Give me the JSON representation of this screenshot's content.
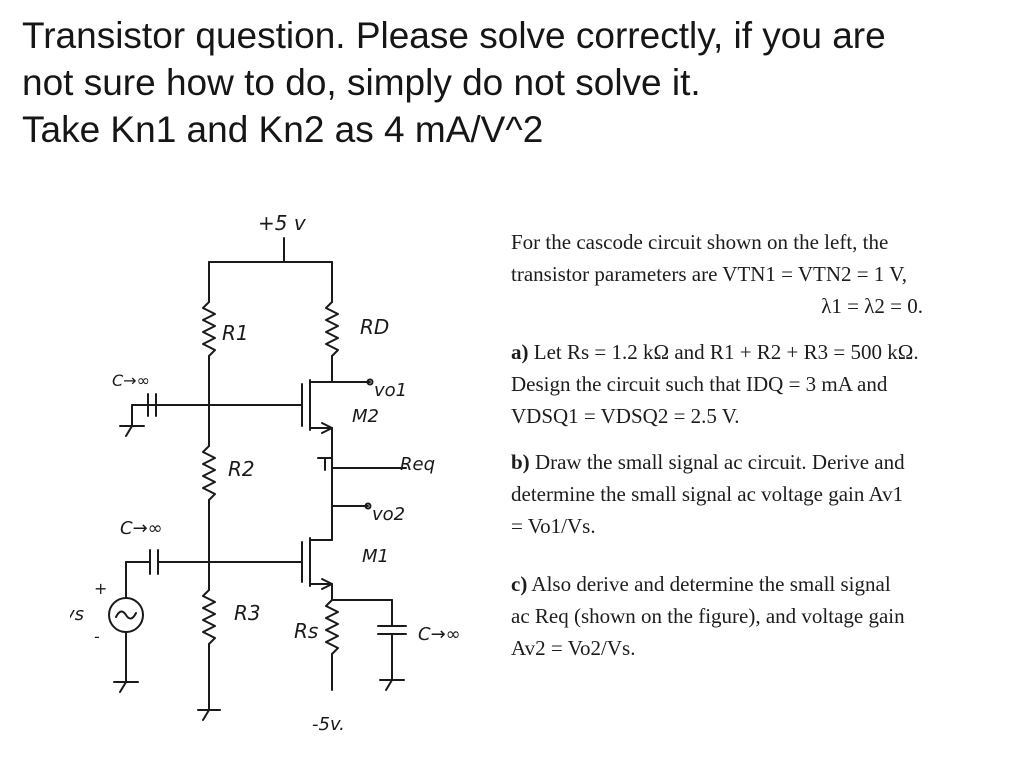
{
  "question": {
    "line1": "Transistor question. Please solve correctly, if you are",
    "line2": "not sure how to do, simply do not solve it.",
    "line3": "Take Kn1 and Kn2 as 4 mA/V^2"
  },
  "circuit": {
    "supply_pos": "+5 v",
    "supply_neg": "-5v.",
    "r1": "R1",
    "r2": "R2",
    "r3": "R3",
    "rd": "RD",
    "rs": "Rs",
    "vo1": "vo1",
    "vo2": "vo2",
    "m1": "M1",
    "m2": "M2",
    "req": "Req",
    "cap_inf_top": "C→∞",
    "cap_inf_mid": "C→∞",
    "cap_inf_right": "C→∞",
    "vs": "vs",
    "src_plus": "+",
    "src_minus": "-"
  },
  "problem": {
    "intro_1": "For the cascode circuit shown on the left, the",
    "intro_2": "transistor parameters are VTN1 = VTN2 = 1 V,",
    "intro_3": "λ1 = λ2 = 0.",
    "a_label": "a)",
    "a_1": "Let Rs = 1.2 kΩ and R1 + R2 + R3 = 500 kΩ.",
    "a_2": "Design the circuit such that IDQ = 3 mA and",
    "a_3": "VDSQ1 = VDSQ2 = 2.5 V.",
    "b_label": "b)",
    "b_1": "Draw the small signal ac circuit. Derive and",
    "b_2": "determine the small signal ac voltage gain Av1",
    "b_3": "= Vo1/Vs.",
    "c_label": "c)",
    "c_1": "Also derive and determine the small signal",
    "c_2": "ac Req (shown on the figure), and voltage gain",
    "c_3": "Av2 = Vo2/Vs."
  }
}
